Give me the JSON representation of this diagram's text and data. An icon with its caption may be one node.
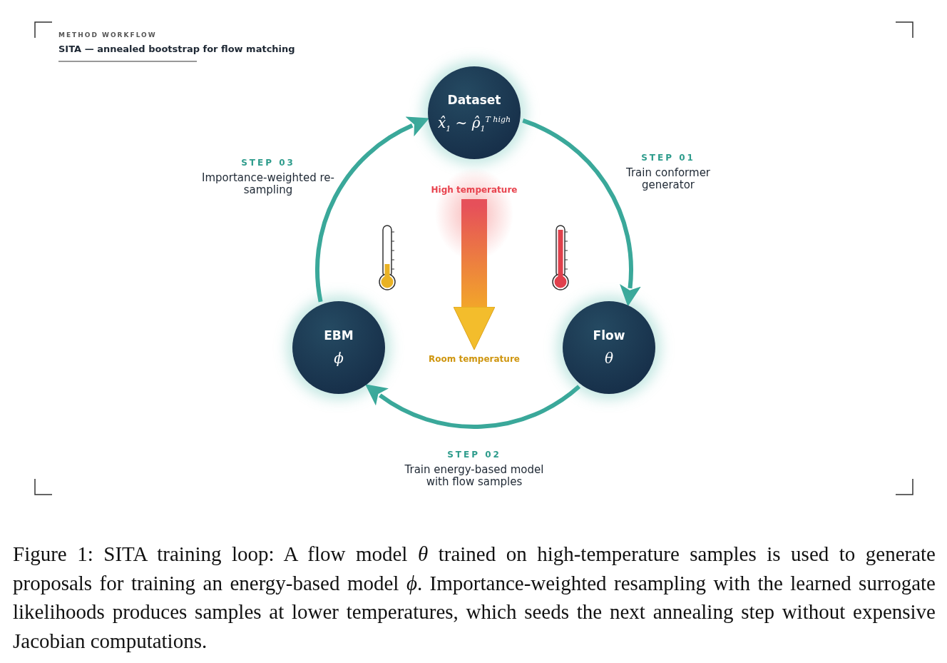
{
  "diagram": {
    "title": "SITA — annealed bootstrap for flow matching",
    "nodes": [
      {
        "text": [
          "Dataset",
          "x̂$_{1}$ ∼ ρ̂$_{1}$$^{T high}$"
        ]
      },
      {
        "text": [
          "Flow",
          "θ"
        ]
      },
      {
        "text": [
          "EBM",
          "ϕ"
        ]
      },
      {
        "text": [
          "High temperature"
        ]
      },
      {
        "text": [
          "Room temperature"
        ]
      }
    ],
    "edges": [
      {
        "from": 0,
        "to": 1,
        "arrow": "to",
        "label": "Train conformer generator"
      },
      {
        "from": 1,
        "to": 2,
        "arrow": "to",
        "label": "Train energy-based model with flow samples"
      },
      {
        "from": 2,
        "to": 0,
        "arrow": "to",
        "label": "Importance-weighted re-sampling"
      },
      {
        "from": 3,
        "to": 4,
        "arrow": "to"
      }
    ],
    "labels": [
      "METHOD WORKFLOW",
      "STEP 03",
      "STEP 01",
      "STEP 02"
    ],
    "caption": "Figure 1: SITA training loop: A flow model *θ* trained on high-temperature samples is used to generate proposals for training an energy-based model *ϕ*. Importance-weighted resampling with the learned surrogate likelihoods produces samples at lower temperatures, which seeds the next annealing step without expensive Jacobian computations."
  }
}
